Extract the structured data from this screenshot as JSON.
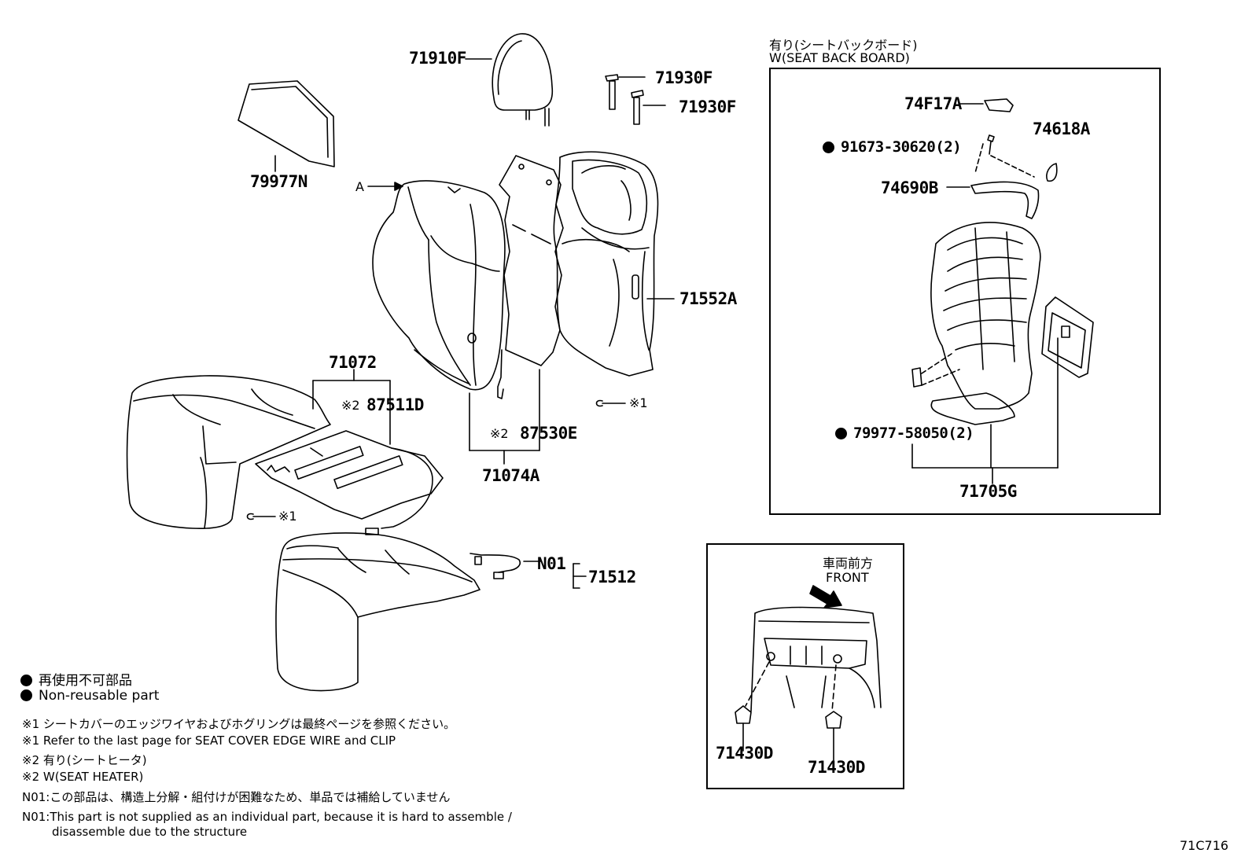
{
  "drawing_code": "71C716",
  "parts": {
    "p71910F": "71910F",
    "p71930F_a": "71930F",
    "p71930F_b": "71930F",
    "p79977N": "79977N",
    "pA": "A",
    "p71552A": "71552A",
    "p71072": "71072",
    "p87511D": "87511D",
    "p87530E": "87530E",
    "p71074A": "71074A",
    "pN01": "N01",
    "p71512": "71512",
    "ref1_a": "※1",
    "ref1_b": "※1",
    "ref2_a": "※2",
    "ref2_b": "※2"
  },
  "seat_back_board": {
    "title_jp": "有り(シートバックボード)",
    "title_en": "W(SEAT BACK BOARD)",
    "p74F17A": "74F17A",
    "p91673": "91673-30620(2)",
    "p74618A": "74618A",
    "p74690B": "74690B",
    "p79977": "79977-58050(2)",
    "p71705G": "71705G"
  },
  "front_view": {
    "label_jp": "車両前方",
    "label_en": "FRONT",
    "p71430D_a": "71430D",
    "p71430D_b": "71430D"
  },
  "legend": {
    "nonreusable_jp": "再使用不可部品",
    "nonreusable_en": "Non-reusable part"
  },
  "notes": {
    "n1_jp": "※1 シートカバーのエッジワイヤおよびホグリングは最終ページを参照ください。",
    "n1_en": "※1 Refer to the last page for SEAT COVER EDGE WIRE and CLIP",
    "n2_jp": "※2 有り(シートヒータ)",
    "n2_en": "※2 W(SEAT HEATER)",
    "n3_jp": "N01:この部品は、構造上分解・組付けが困難なため、単品では補給していません",
    "n3_en_1": "N01:This part is not supplied as an individual part, because it is hard to assemble /",
    "n3_en_2": "disassemble due to the structure"
  }
}
